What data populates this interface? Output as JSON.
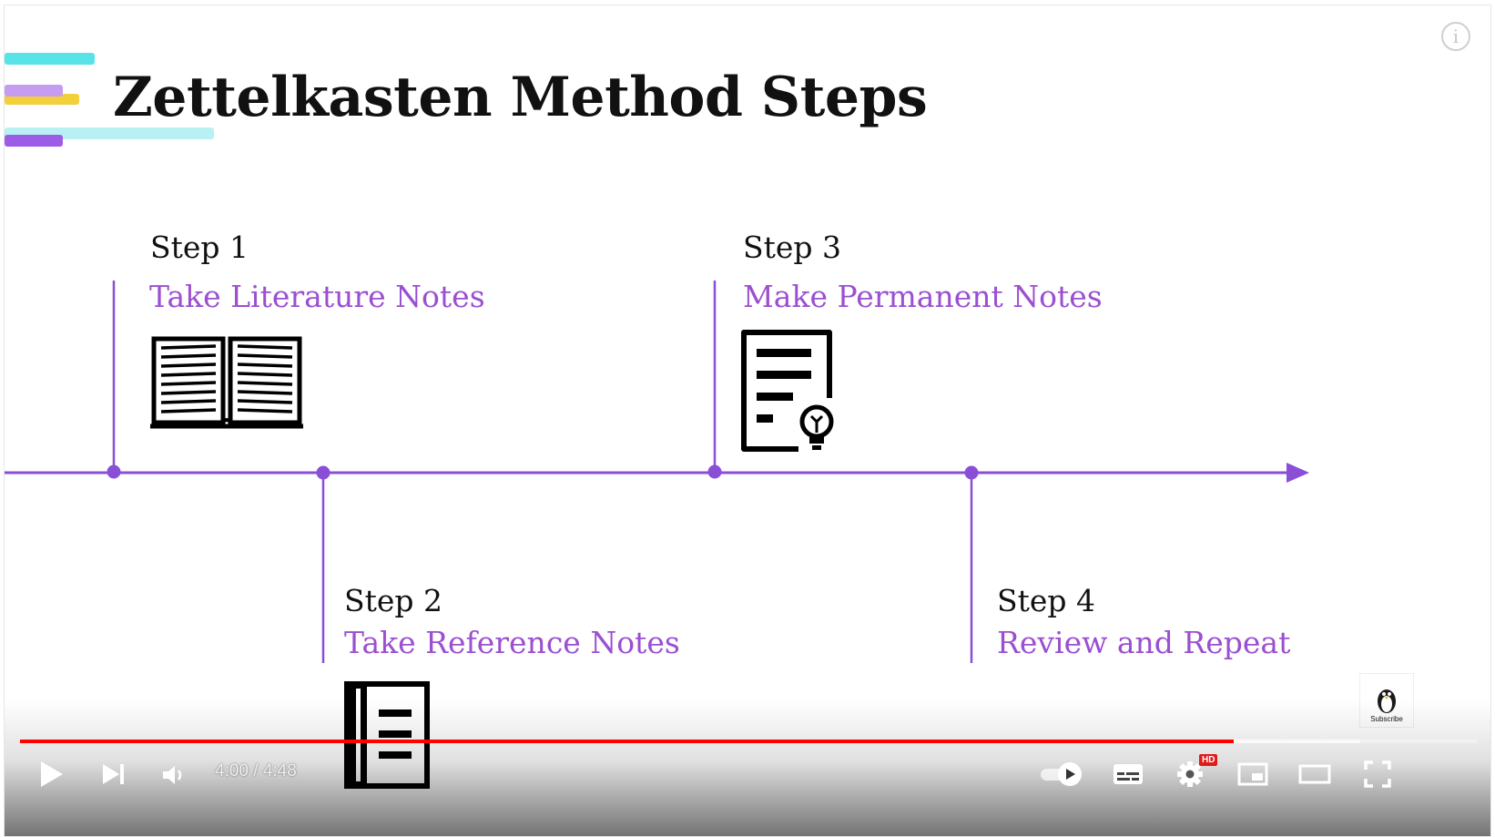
{
  "slide": {
    "title": "Zettelkasten Method Steps",
    "accent_color": "#9b4fd1",
    "timeline_color": "#8a4fd6",
    "steps": [
      {
        "label": "Step 1",
        "title": "Take Literature Notes",
        "icon": "open-book-icon",
        "position": "above"
      },
      {
        "label": "Step 2",
        "title": "Take Reference Notes",
        "icon": "notebook-icon",
        "position": "below"
      },
      {
        "label": "Step 3",
        "title": "Make Permanent Notes",
        "icon": "document-lightbulb-icon",
        "position": "above"
      },
      {
        "label": "Step 4",
        "title": "Review and Repeat",
        "icon": "",
        "position": "below"
      }
    ],
    "stripe_colors": [
      "#57e3e8",
      "#c59cf0",
      "#f4cf3c",
      "#9d5ce6",
      "#b8f0f4"
    ]
  },
  "player": {
    "current_time": "4:00",
    "duration": "4:48",
    "time_display": "4:00 / 4:48",
    "played_fraction": 0.833,
    "buffered_fraction": 0.92,
    "progress_color": "#ff0000",
    "hd_badge": "HD",
    "subscribe_label": "Subscribe",
    "info_glyph": "i",
    "controls": [
      "play-icon",
      "next-icon",
      "volume-icon",
      "autoplay-toggle-icon",
      "captions-icon",
      "settings-icon",
      "miniplayer-icon",
      "theater-icon",
      "fullscreen-icon"
    ]
  }
}
